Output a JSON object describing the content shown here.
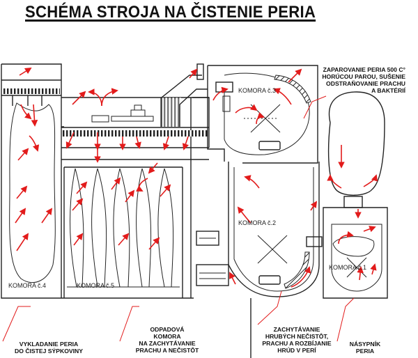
{
  "title": "SCHÉMA STROJA NA ČISTENIE PERIA",
  "chambers": {
    "k1": "KOMORA č.1",
    "k2": "KOMORA č.2",
    "k3": "KOMORA č.3",
    "k4": "KOMORA č.4",
    "k5": "KOMORA č.5"
  },
  "annotations": {
    "steam": [
      "ZAPAROVANIE PERIA 500 C°",
      "HORÚCOU PAROU, SUŠENIE",
      "ODSTRAŇOVANIE PRACHU",
      "A BAKTÉRIÍ"
    ],
    "unload": [
      "VYKLADANIE PERIA",
      "DO ČISTEJ SÝPKOVINY"
    ],
    "waste": [
      "ODPADOVÁ",
      "KOMORA",
      "NA ZACHYTÁVANIE",
      "PRACHU A NEČISTÔT"
    ],
    "catch": [
      "ZACHYTÁVANIE",
      "HRUBÝCH NEČISTÔT,",
      "PRACHU A ROZBÍJANIE",
      "HRÚD V PERÍ"
    ],
    "hopper": [
      "NÁSYPNÍK",
      "PERIA"
    ]
  },
  "colors": {
    "line": "#222222",
    "arrow": "#e21b1b"
  }
}
